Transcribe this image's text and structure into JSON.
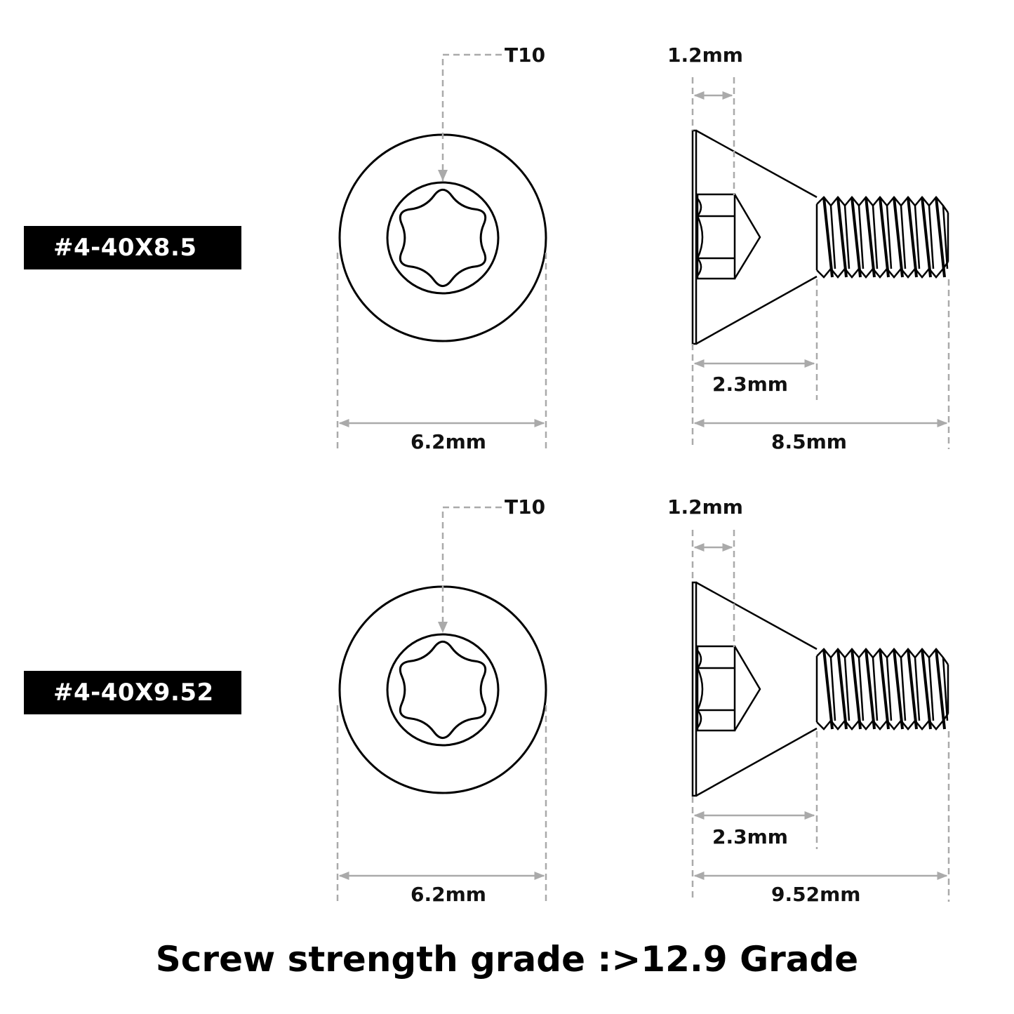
{
  "colors": {
    "line": "#000000",
    "dimension": "#aaaaaa",
    "label_bg": "#000000",
    "label_text": "#ffffff"
  },
  "screws": [
    {
      "label": "#4-40X8.5",
      "drive": "T10",
      "head_diameter": "6.2mm",
      "head_height": "1.2mm",
      "countersink_length": "2.3mm",
      "total_length": "8.5mm"
    },
    {
      "label": "#4-40X9.52",
      "drive": "T10",
      "head_diameter": "6.2mm",
      "head_height": "1.2mm",
      "countersink_length": "2.3mm",
      "total_length": "9.52mm"
    }
  ],
  "footer": {
    "title": "Screw strength grade :>12.9 Grade"
  }
}
